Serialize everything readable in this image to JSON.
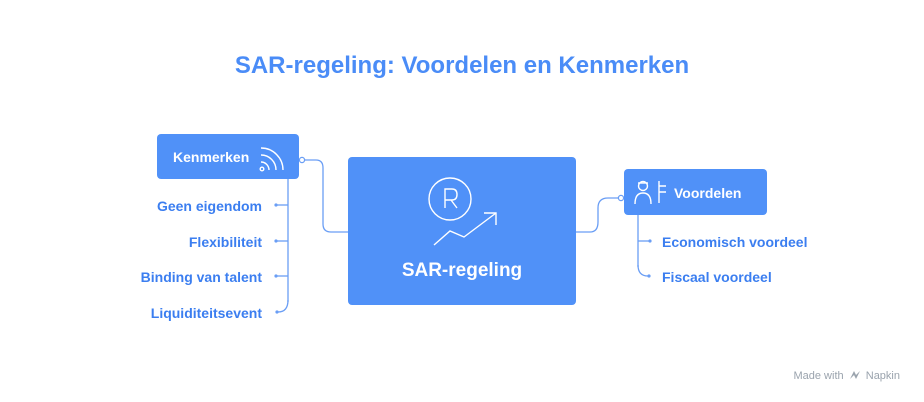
{
  "title": "SAR-regeling: Voordelen en Kenmerken",
  "center": {
    "label": "SAR-regeling",
    "icon": "registered-growth-icon"
  },
  "kenmerken": {
    "label": "Kenmerken",
    "icon": "rss-signal-icon",
    "items": [
      "Geen eigendom",
      "Flexibiliteit",
      "Binding van talent",
      "Liquiditeitsevent"
    ]
  },
  "voordelen": {
    "label": "Voordelen",
    "icon": "people-icon",
    "items": [
      "Economisch voordeel",
      "Fiscaal voordeel"
    ]
  },
  "footer": {
    "made_with": "Made with",
    "brand": "Napkin"
  },
  "colors": {
    "accent": "#5091f8",
    "text": "#3b7ef0",
    "line": "#6a9ef5"
  }
}
